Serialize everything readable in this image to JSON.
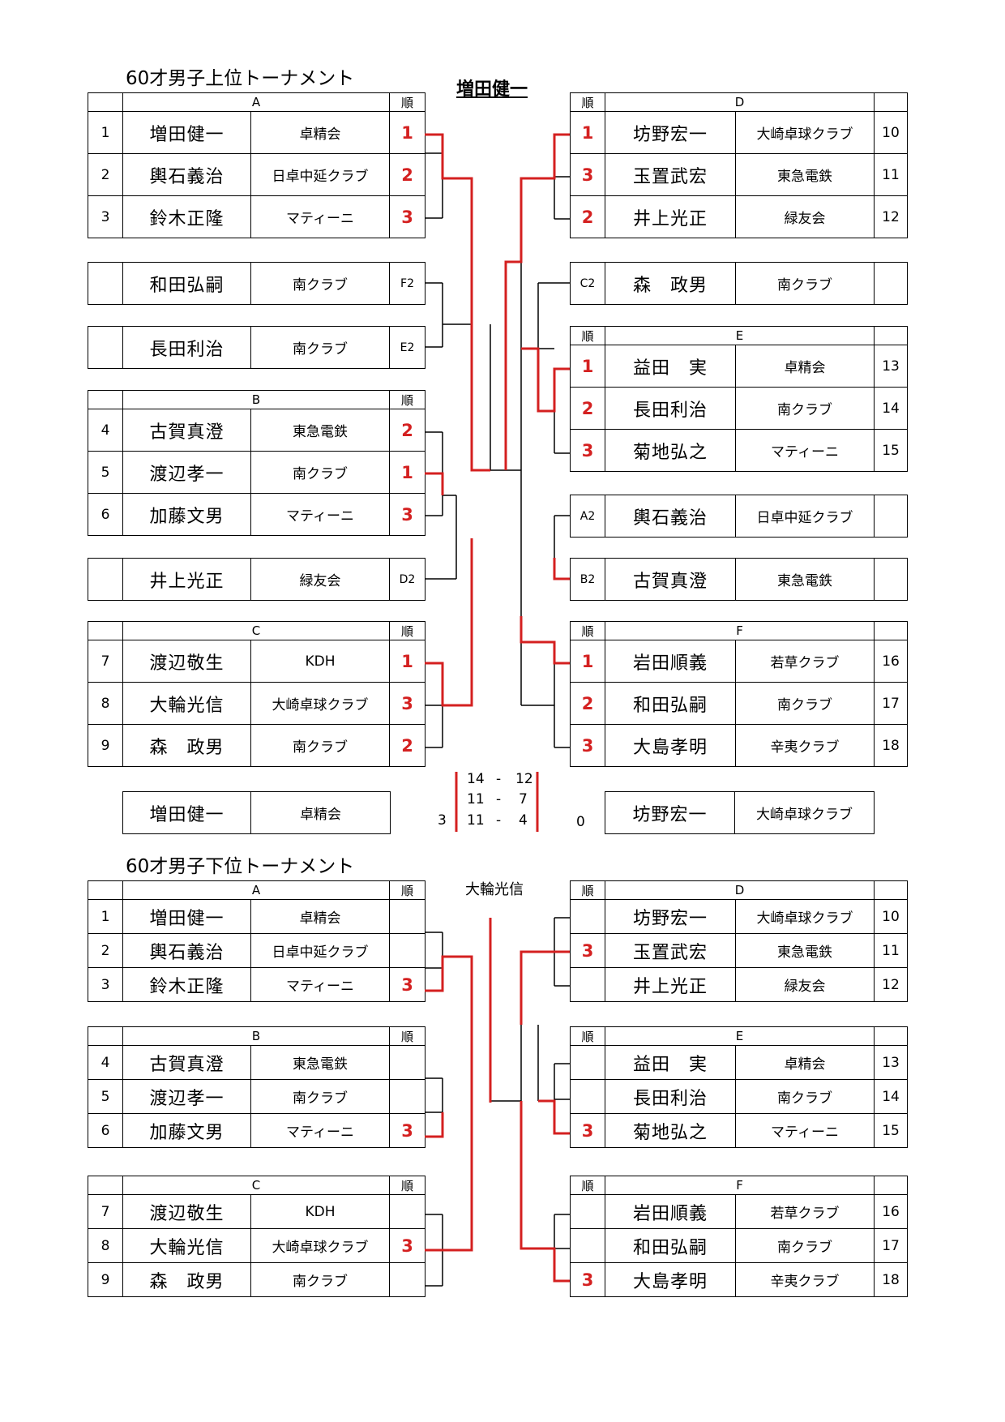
{
  "colors": {
    "red": "#d42020",
    "black": "#000000"
  },
  "upper": {
    "title": "60才男子上位トーナメント",
    "champion": "増田健一",
    "rank_header": "順",
    "groups": {
      "A": {
        "label": "A",
        "rows": [
          {
            "num": "1",
            "name": "増田健一",
            "club": "卓精会",
            "rank": "1"
          },
          {
            "num": "2",
            "name": "輿石義治",
            "club": "日卓中延クラブ",
            "rank": "2"
          },
          {
            "num": "3",
            "name": "鈴木正隆",
            "club": "マティーニ",
            "rank": "3"
          }
        ]
      },
      "B": {
        "label": "B",
        "rows": [
          {
            "num": "4",
            "name": "古賀真澄",
            "club": "東急電鉄",
            "rank": "2"
          },
          {
            "num": "5",
            "name": "渡辺孝一",
            "club": "南クラブ",
            "rank": "1"
          },
          {
            "num": "6",
            "name": "加藤文男",
            "club": "マティーニ",
            "rank": "3"
          }
        ]
      },
      "C": {
        "label": "C",
        "rows": [
          {
            "num": "7",
            "name": "渡辺敬生",
            "club": "KDH",
            "rank": "1"
          },
          {
            "num": "8",
            "name": "大輪光信",
            "club": "大崎卓球クラブ",
            "rank": "3"
          },
          {
            "num": "9",
            "name": "森　政男",
            "club": "南クラブ",
            "rank": "2"
          }
        ]
      },
      "D": {
        "label": "D",
        "rows": [
          {
            "num": "10",
            "name": "坊野宏一",
            "club": "大崎卓球クラブ",
            "rank": "1"
          },
          {
            "num": "11",
            "name": "玉置武宏",
            "club": "東急電鉄",
            "rank": "3"
          },
          {
            "num": "12",
            "name": "井上光正",
            "club": "緑友会",
            "rank": "2"
          }
        ]
      },
      "E": {
        "label": "E",
        "rows": [
          {
            "num": "13",
            "name": "益田　実",
            "club": "卓精会",
            "rank": "1"
          },
          {
            "num": "14",
            "name": "長田利治",
            "club": "南クラブ",
            "rank": "2"
          },
          {
            "num": "15",
            "name": "菊地弘之",
            "club": "マティーニ",
            "rank": "3"
          }
        ]
      },
      "F": {
        "label": "F",
        "rows": [
          {
            "num": "16",
            "name": "岩田順義",
            "club": "若草クラブ",
            "rank": "1"
          },
          {
            "num": "17",
            "name": "和田弘嗣",
            "club": "南クラブ",
            "rank": "2"
          },
          {
            "num": "18",
            "name": "大島孝明",
            "club": "辛夷クラブ",
            "rank": "3"
          }
        ]
      }
    },
    "seeds": {
      "F2": {
        "code": "F2",
        "name": "和田弘嗣",
        "club": "南クラブ"
      },
      "E2": {
        "code": "E2",
        "name": "長田利治",
        "club": "南クラブ"
      },
      "D2": {
        "code": "D2",
        "name": "井上光正",
        "club": "緑友会"
      },
      "C2": {
        "code": "C2",
        "name": "森　政男",
        "club": "南クラブ"
      },
      "A2": {
        "code": "A2",
        "name": "輿石義治",
        "club": "日卓中延クラブ"
      },
      "B2": {
        "code": "B2",
        "name": "古賀真澄",
        "club": "東急電鉄"
      }
    },
    "final": {
      "left": {
        "name": "増田健一",
        "club": "卓精会"
      },
      "right": {
        "name": "坊野宏一",
        "club": "大崎卓球クラブ"
      },
      "scores": [
        {
          "a": "14",
          "sep": "-",
          "b": "12"
        },
        {
          "a": "11",
          "sep": "-",
          "b": "7"
        },
        {
          "a": "11",
          "sep": "-",
          "b": "4"
        }
      ],
      "left_sets": "3",
      "right_sets": "0"
    }
  },
  "lower": {
    "title": "60才男子下位トーナメント",
    "champion": "大輪光信",
    "rank_header": "順",
    "groups": {
      "A": {
        "label": "A",
        "rows": [
          {
            "num": "1",
            "name": "増田健一",
            "club": "卓精会",
            "rank": ""
          },
          {
            "num": "2",
            "name": "輿石義治",
            "club": "日卓中延クラブ",
            "rank": ""
          },
          {
            "num": "3",
            "name": "鈴木正隆",
            "club": "マティーニ",
            "rank": "3"
          }
        ]
      },
      "B": {
        "label": "B",
        "rows": [
          {
            "num": "4",
            "name": "古賀真澄",
            "club": "東急電鉄",
            "rank": ""
          },
          {
            "num": "5",
            "name": "渡辺孝一",
            "club": "南クラブ",
            "rank": ""
          },
          {
            "num": "6",
            "name": "加藤文男",
            "club": "マティーニ",
            "rank": "3"
          }
        ]
      },
      "C": {
        "label": "C",
        "rows": [
          {
            "num": "7",
            "name": "渡辺敬生",
            "club": "KDH",
            "rank": ""
          },
          {
            "num": "8",
            "name": "大輪光信",
            "club": "大崎卓球クラブ",
            "rank": "3"
          },
          {
            "num": "9",
            "name": "森　政男",
            "club": "南クラブ",
            "rank": ""
          }
        ]
      },
      "D": {
        "label": "D",
        "rows": [
          {
            "num": "10",
            "name": "坊野宏一",
            "club": "大崎卓球クラブ",
            "rank": ""
          },
          {
            "num": "11",
            "name": "玉置武宏",
            "club": "東急電鉄",
            "rank": "3"
          },
          {
            "num": "12",
            "name": "井上光正",
            "club": "緑友会",
            "rank": ""
          }
        ]
      },
      "E": {
        "label": "E",
        "rows": [
          {
            "num": "13",
            "name": "益田　実",
            "club": "卓精会",
            "rank": ""
          },
          {
            "num": "14",
            "name": "長田利治",
            "club": "南クラブ",
            "rank": ""
          },
          {
            "num": "15",
            "name": "菊地弘之",
            "club": "マティーニ",
            "rank": "3"
          }
        ]
      },
      "F": {
        "label": "F",
        "rows": [
          {
            "num": "16",
            "name": "岩田順義",
            "club": "若草クラブ",
            "rank": ""
          },
          {
            "num": "17",
            "name": "和田弘嗣",
            "club": "南クラブ",
            "rank": ""
          },
          {
            "num": "18",
            "name": "大島孝明",
            "club": "辛夷クラブ",
            "rank": "3"
          }
        ]
      }
    }
  }
}
